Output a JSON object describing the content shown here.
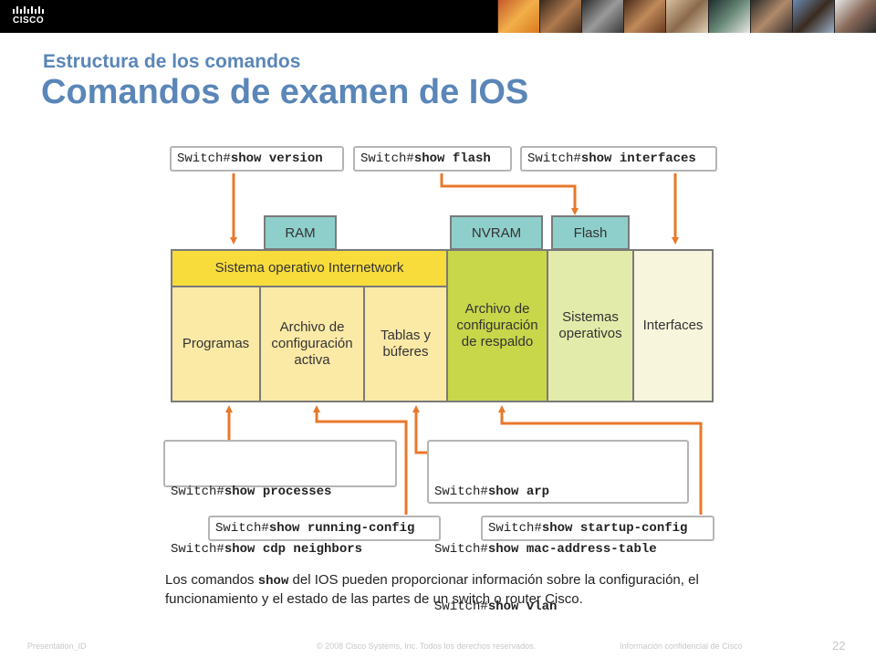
{
  "header": {
    "logo_text": "CISCO",
    "subtitle": "Estructura de los comandos",
    "title": "Comandos de examen de IOS"
  },
  "diagram": {
    "commands": {
      "show_version": {
        "prefix": "Switch#",
        "cmd": "show version"
      },
      "show_flash": {
        "prefix": "Switch#",
        "cmd": "show flash"
      },
      "show_interfaces": {
        "prefix": "Switch#",
        "cmd": "show interfaces"
      },
      "show_processes": {
        "prefix": "Switch#",
        "cmd": "show processes"
      },
      "show_cdp": {
        "prefix": "Switch#",
        "cmd": "show cdp neighbors"
      },
      "show_arp": {
        "prefix": "Switch#",
        "cmd": "show arp"
      },
      "show_mac": {
        "prefix": "Switch#",
        "cmd": "show mac-address-table"
      },
      "show_vlan": {
        "prefix": "Switch#",
        "cmd": "show vlan"
      },
      "show_running": {
        "prefix": "Switch#",
        "cmd": "show running-config"
      },
      "show_startup": {
        "prefix": "Switch#",
        "cmd": "show startup-config"
      }
    },
    "tabs": {
      "ram": "RAM",
      "nvram": "NVRAM",
      "flash": "Flash"
    },
    "blocks": {
      "ios": "Sistema operativo Internetwork",
      "programas": "Programas",
      "running_config": "Archivo de configuración activa",
      "tablas": "Tablas y búferes",
      "backup_config": "Archivo de configuración de respaldo",
      "sistemas": "Sistemas operativos",
      "interfaces": "Interfaces"
    },
    "colors": {
      "arrow": "#e8782a",
      "ram_light": "#fbe9a6",
      "ios_yellow": "#f7dc3b",
      "nvram_green": "#c8d64a",
      "flash_green": "#e3ebaa",
      "interfaces_cream": "#f7f6dc",
      "tab_teal": "#8fcfcb"
    }
  },
  "caption": {
    "part1": "Los comandos ",
    "code": "show",
    "part2": " del IOS pueden proporcionar información sobre la configuración, el funcionamiento y el estado de las partes de un switch o router Cisco."
  },
  "footer": {
    "presentation_id": "Presentation_ID",
    "copyright": "© 2008 Cisco Systems, Inc. Todos los derechos reservados.",
    "confidential": "Información confidencial de Cisco",
    "page_number": "22"
  }
}
